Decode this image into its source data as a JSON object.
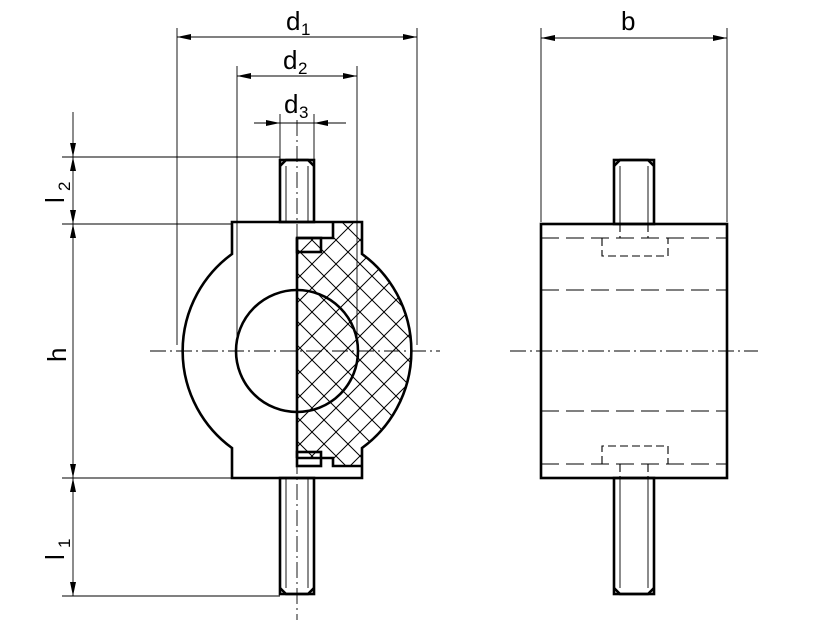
{
  "labels": {
    "d1": {
      "main": "d",
      "sub": "1"
    },
    "d2": {
      "main": "d",
      "sub": "2"
    },
    "d3": {
      "main": "d",
      "sub": "3"
    },
    "b": "b",
    "h": "h",
    "l1": {
      "main": "l",
      "sub": "1"
    },
    "l2": {
      "main": "l",
      "sub": "2"
    }
  }
}
